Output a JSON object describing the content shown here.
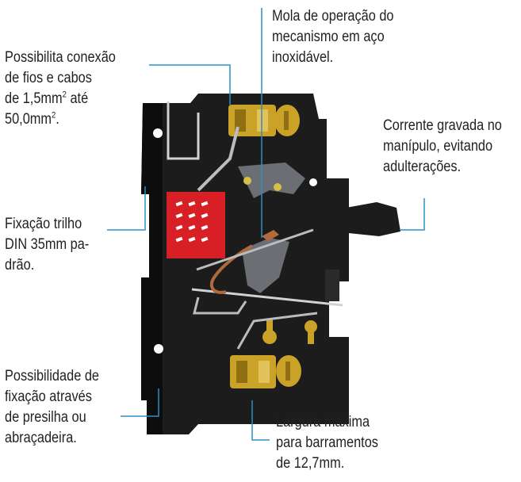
{
  "colors": {
    "leader_line": "#2f8fc7",
    "housing": "#1c1c1c",
    "housing_shade": "#0d0d0d",
    "brass": "#c9a227",
    "red_block": "#d81f26",
    "copper": "#b06a3b"
  },
  "labels": {
    "spring": {
      "lines": [
        "Mola de operação do",
        "mecanismo em aço",
        "inoxidável."
      ]
    },
    "wire_connection": {
      "line1": "Possibilita conexão",
      "line2": "de fios e cabos",
      "line3_pre": "de 1,5mm",
      "line3_sup": "2",
      "line3_post": " até",
      "line4_pre": "50,0mm",
      "line4_sup": "2",
      "line4_post": "."
    },
    "engraved_current": {
      "lines": [
        "Corrente gravada no",
        "manípulo, evitando",
        "adulterações."
      ]
    },
    "din_rail": {
      "lines": [
        "Fixação trilho",
        "DIN 35mm pa-",
        "drão."
      ]
    },
    "clip_fixing": {
      "lines": [
        "Possibilidade de",
        "fixação através",
        "de presilha ou",
        "abraçadeira."
      ]
    },
    "busbar_width": {
      "lines": [
        "Largura máxima",
        "para barramentos",
        "de 12,7mm."
      ]
    }
  }
}
